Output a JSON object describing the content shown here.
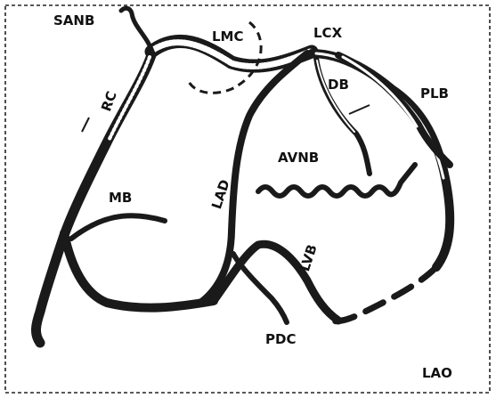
{
  "figure": {
    "view": "LAO",
    "labels": {
      "sanb": "SANB",
      "lmc": "LMC",
      "lcx": "LCX",
      "rc": "RC",
      "db": "DB",
      "plb": "PLB",
      "avnb": "AVNB",
      "lad": "LAD",
      "mb": "MB",
      "lvb": "LVB",
      "pdc": "PDC"
    }
  },
  "colors": {
    "vessel": "#1a1a1a",
    "background": "#ffffff",
    "frame": "#222222"
  }
}
